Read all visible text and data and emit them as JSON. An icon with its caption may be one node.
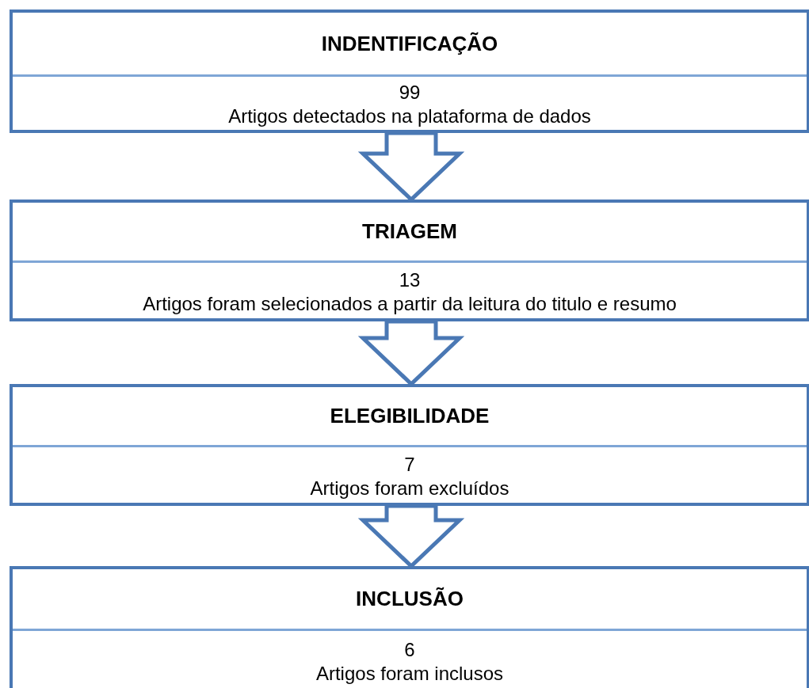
{
  "diagram": {
    "nodes": [
      {
        "text": [
          "INDENTIFICAÇÃO",
          "99",
          "Artigos detectados na plataforma de dados"
        ]
      },
      {
        "text": [
          "TRIAGEM",
          "13",
          "Artigos foram selecionados a partir da leitura do titulo e resumo"
        ]
      },
      {
        "text": [
          "ELEGIBILIDADE",
          "7",
          "Artigos foram excluídos"
        ]
      },
      {
        "text": [
          "INCLUSÃO",
          "6",
          "Artigos foram inclusos"
        ]
      }
    ],
    "edges": [
      {
        "from": 0,
        "to": 1,
        "arrow": "to"
      },
      {
        "from": 1,
        "to": 2,
        "arrow": "to"
      },
      {
        "from": 2,
        "to": 3,
        "arrow": "to"
      }
    ]
  }
}
